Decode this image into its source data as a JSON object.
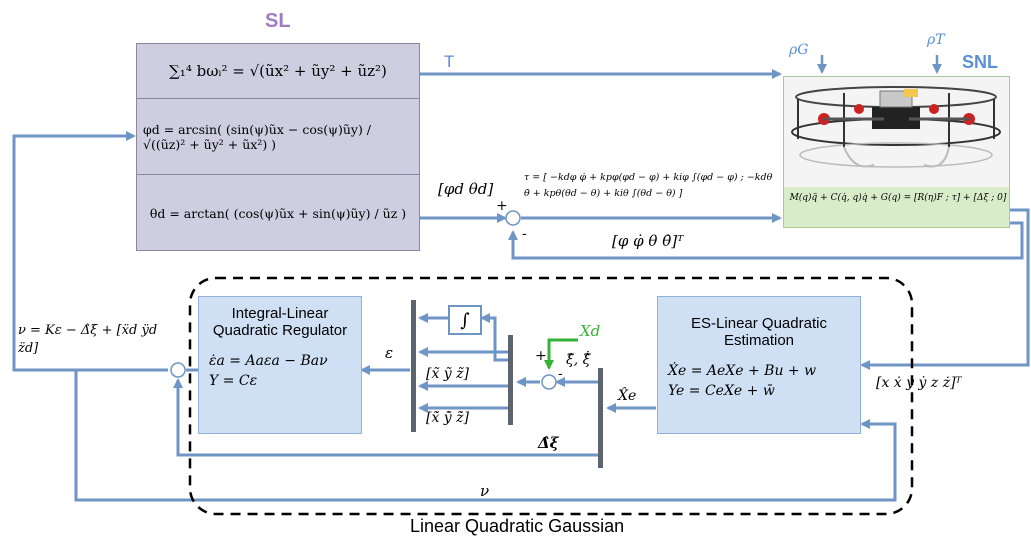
{
  "labels": {
    "sl": "SL",
    "snl": "SNL",
    "lqg": "Linear Quadratic Gaussian",
    "T": "T",
    "rho_g": "ρG",
    "rho_t": "ρT",
    "xd": "Xd",
    "nu": "ν",
    "eps": "ε",
    "xhat_e": "X̂e",
    "delta_hat": "Δ̂ξ",
    "plus": "+",
    "minus": "-"
  },
  "sl_equations": {
    "thrust": "∑₁⁴ bωᵢ² = √(ũx² + ũy² + ũz²)",
    "phi_d": "φd = arcsin( (sin(ψ)ũx − cos(ψ)ũy) / √((ũz)² + ũy² + ũx²) )",
    "theta_d": "θd = arctan( (cos(ψ)ũx + sin(ψ)ũy) / ũz )"
  },
  "signals": {
    "phi_theta_d": "[φd θd]",
    "tau": "τ = [ −kdφ φ̇ + kpφ(φd − φ) + kiφ ∫(φd − φ) ; −kdθ θ̇ + kpθ(θd − θ) + kiθ ∫(θd − θ) ]",
    "attitude_feedback": "[φ  φ̇  θ  θ̇]ᵀ",
    "state": "[x  ẋ  y  ẏ  z  ż]ᵀ",
    "nu_law": "ν = Kε − Δ̂ξ + [ẍd ÿd z̈d]",
    "error_pos": "[x̃  ỹ  z̃]",
    "error_vel": "[ẋ̃  ẏ̃  ż̃]",
    "xi_hat": "ξ̂, ξ̂̇",
    "integral": "∫"
  },
  "snl": {
    "dynamics": "M(q)q̈ + C(q̇, q)q̇ + G(q) = [R(η)F ; τ] + [Δξ ; 0]"
  },
  "ilqr": {
    "title_line1": "Integral-Linear",
    "title_line2": "Quadratic Regulator",
    "eq1": "ε̇a = Aaεa − Baν",
    "eq2": "Y = Cε"
  },
  "eslqe": {
    "title_line1": "ES-Linear Quadratic",
    "title_line2": "Estimation",
    "eq1": "Ẋe = AeXe + Bu + w",
    "eq2": "Ye = CeXe + w̄"
  },
  "colors": {
    "arrow": "#6f94c6",
    "green_arrow": "#33b233",
    "sl_title": "#a07cc0",
    "snl_title": "#5b8fd6",
    "sl_box": "#cfcde0",
    "blue_box": "#cfe0f5",
    "green_box": "#d8ecc9",
    "bar": "#5c6470"
  }
}
